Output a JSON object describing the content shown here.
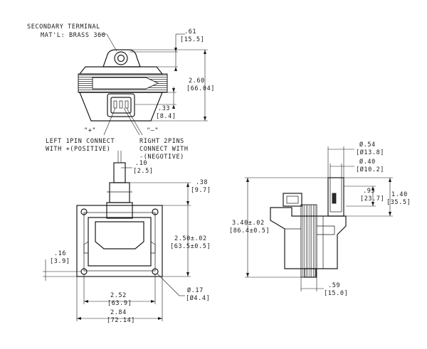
{
  "notes": {
    "secondary_terminal_line1": "SECONDARY TERMINAL",
    "secondary_terminal_line2": "MAT'L: BRASS 360",
    "plus_sign": "\"+\"",
    "minus_sign": "\"—\"",
    "left_pin_line1": "LEFT 1PIN CONNECT",
    "left_pin_line2": "WITH +(POSITIVE)",
    "right_pin_line1": "RIGHT 2PINS",
    "right_pin_line2": "CONNECT WITH",
    "right_pin_line3": "-(NEGOTIVE)"
  },
  "top_view": {
    "terminal_height_in": ".61",
    "terminal_height_mm": "[15.5]",
    "overall_height_in": "2.60",
    "overall_height_mm": "[66.04]",
    "connector_offset_in": ".33",
    "connector_offset_mm": "[8.4]"
  },
  "front_view": {
    "terminal_width_in": ".10",
    "terminal_width_mm": "[2.5]",
    "terminal_height_in": ".38",
    "terminal_height_mm": "[9.7]",
    "mount_height_in": "2.50±.02",
    "mount_height_mm": "[63.5±0.5]",
    "base_offset_in": ".16",
    "base_offset_mm": "[3.9]",
    "hole_spacing_in": "2.52",
    "hole_spacing_mm": "[63.9]",
    "overall_width_in": "2.84",
    "overall_width_mm": "[72.14]",
    "hole_dia_in": "Ø.17",
    "hole_dia_mm": "[Ø4.4]"
  },
  "side_view": {
    "outer_dia_in": "Ø.54",
    "outer_dia_mm": "[Ø13.8]",
    "inner_dia_in": "Ø.40",
    "inner_dia_mm": "[Ø10.2]",
    "tower_height_in": ".93",
    "tower_height_mm": "[23.7]",
    "tower_total_in": "1.40",
    "tower_total_mm": "[35.5]",
    "overall_height_in": "3.40±.02",
    "overall_height_mm": "[86.4±0.5]",
    "bottom_width_in": ".59",
    "bottom_width_mm": "[15.0]"
  }
}
